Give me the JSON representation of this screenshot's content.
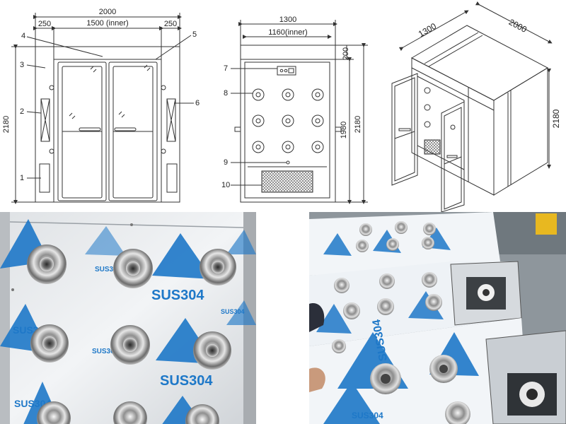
{
  "front_view": {
    "overall_width": "2000",
    "side_left": "250",
    "inner_width": "1500 (inner)",
    "side_right": "250",
    "height": "2180",
    "callouts": [
      "4",
      "5",
      "3",
      "2",
      "6",
      "1"
    ]
  },
  "side_view": {
    "overall_width": "1300",
    "inner_width": "1160(inner)",
    "top_height": "200",
    "inner_height": "1980",
    "overall_height": "2180",
    "callouts": [
      "7",
      "8",
      "9",
      "10"
    ]
  },
  "iso_view": {
    "depth": "1300",
    "length": "2000",
    "height": "2180"
  },
  "photos": {
    "sheet_brand": "SUS304"
  },
  "colors": {
    "line": "#333333",
    "steel": "#c8ccd0",
    "film_blue": "#1e78c8",
    "film_white": "#f4f7fb"
  }
}
